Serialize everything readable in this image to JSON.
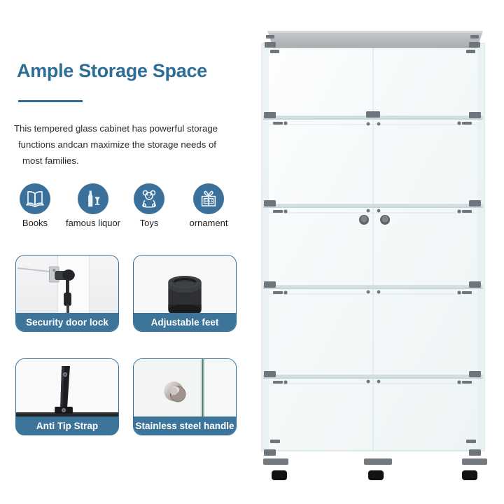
{
  "headline": "Ample Storage Space",
  "body": {
    "line1": "This tempered glass cabinet has powerful storage",
    "line2": "functions andcan  maximize the storage needs of",
    "line3": "most families."
  },
  "colors": {
    "brand_blue": "#2d6d96",
    "icon_circle": "#3a7099",
    "caption_bar": "#3d7499",
    "card_border": "#2e6f9e",
    "body_text": "#2b2b2b",
    "cabinet_top_panel": "#b8bcc0",
    "cabinet_hardware": "#6e757c",
    "cabinet_foot": "#141414"
  },
  "icon_strip": [
    {
      "icon": "open-book-icon",
      "label": "Books"
    },
    {
      "icon": "liquor-bottle-glass-icon",
      "label": "famous liquor"
    },
    {
      "icon": "teddy-bear-icon",
      "label": "Toys"
    },
    {
      "icon": "gift-box-icon",
      "label": "ornament",
      "badge": "SALE"
    }
  ],
  "feature_cards": [
    {
      "id": "security-door-lock",
      "caption": "Security door lock",
      "photo": "glass-door-lock-with-keys-photo"
    },
    {
      "id": "adjustable-feet",
      "caption": "Adjustable feet",
      "photo": "black-rubber-leveling-foot-photo"
    },
    {
      "id": "anti-tip-strap",
      "caption": "Anti Tip Strap",
      "photo": "black-anti-tip-wall-strap-photo"
    },
    {
      "id": "stainless-handle",
      "caption": "Stainless steel handle",
      "photo": "chrome-knob-on-glass-door-photo"
    }
  ],
  "product": {
    "name": "glass-display-cabinet",
    "shelf_count": 4,
    "door_count": 2,
    "foot_count": 3,
    "knob_count": 2
  }
}
